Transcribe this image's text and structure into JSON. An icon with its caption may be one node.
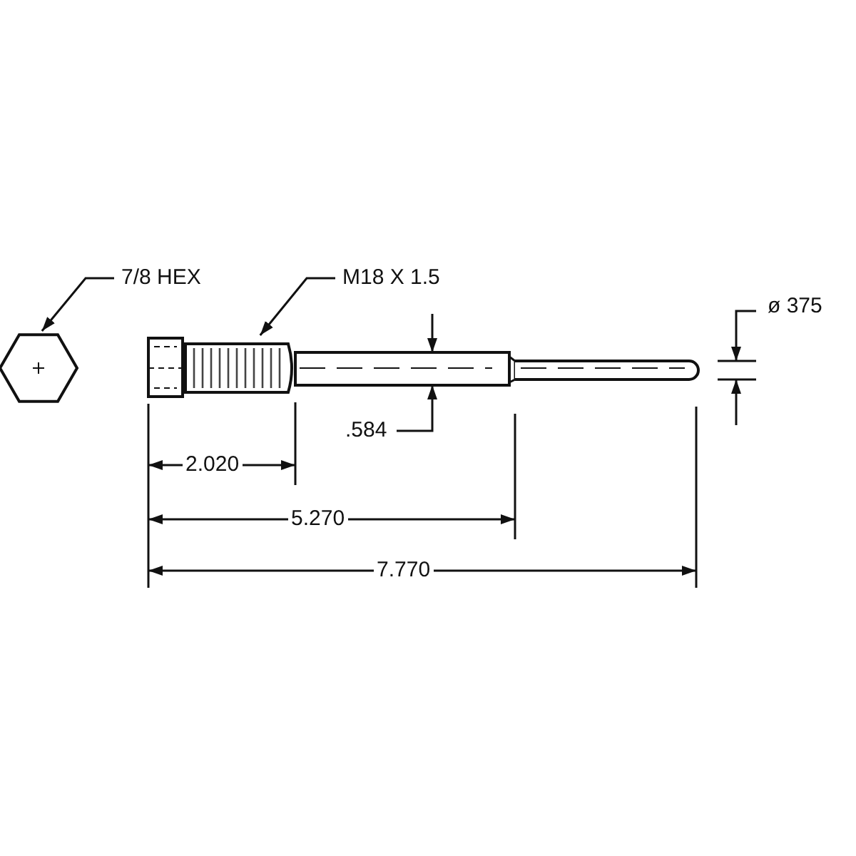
{
  "diagram": {
    "nodes": [
      {
        "text": [
          "7/8 HEX"
        ]
      },
      {
        "text": [],
        "shape": "hexagon"
      },
      {
        "text": [
          "M18 X 1.5"
        ]
      },
      {
        "text": [],
        "shape": "picture"
      }
    ],
    "edges": [
      {
        "from": 0,
        "to": 1,
        "arrow": "to"
      },
      {
        "from": 2,
        "to": 3,
        "arrow": "to"
      }
    ],
    "labels": [
      "ø 375",
      ".584",
      "2.020",
      "5.270",
      "7.770"
    ]
  }
}
